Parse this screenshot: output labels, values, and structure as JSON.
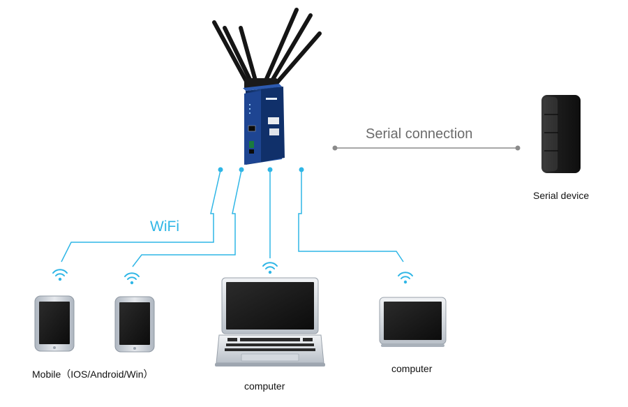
{
  "labels": {
    "serial_connection": "Serial connection",
    "serial_device": "Serial device",
    "wifi": "WiFi",
    "mobile": "Mobile（IOS/Android/Win）",
    "computer_left": "computer",
    "computer_right": "computer"
  },
  "colors": {
    "wifi_link": "#2fb6e6",
    "serial_link": "#8a8a8a",
    "router_body": "#1f4fa0",
    "router_dark": "#11213f",
    "device_dark": "#1c1c1c",
    "device_frame": "#c9cfd6"
  },
  "icons": {
    "router": "4g-wifi-router-icon",
    "serial_device": "serial-server-icon",
    "tablet": "tablet-icon",
    "laptop": "laptop-icon",
    "monitor": "monitor-icon",
    "wifi_signal": "wifi-signal-icon"
  }
}
